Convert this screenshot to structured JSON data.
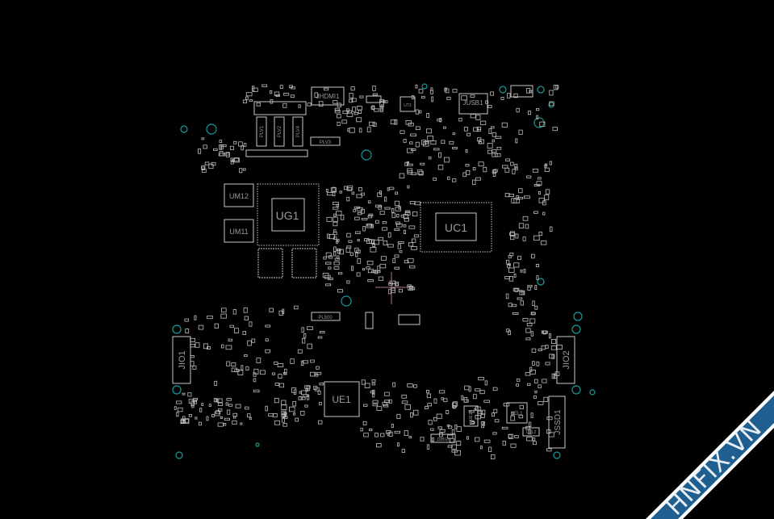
{
  "board": {
    "components": {
      "jhdmi1": "JHDMI1",
      "jusb1": "JUSB1",
      "ut3": "UT3",
      "plv1": "PLV1",
      "plv2": "PLV2",
      "plv4": "PLV4",
      "plv3": "PLV3",
      "um12": "UM12",
      "um11": "UM11",
      "ug1": "UG1",
      "uc1": "UC1",
      "pl500": "PL500",
      "jio1": "JIO1",
      "jio2": "JIO2",
      "ue1": "UE1",
      "ue14": "UE14",
      "uel1": "UEL1",
      "uel2": "UEL2",
      "jssd1": "JSSD1",
      "jdbg2": "JDBG2"
    },
    "colors": {
      "background": "#000000",
      "outline": "#c8c8c8",
      "mounting_hole": "#1a9a9a",
      "cursor": "#b07a86"
    }
  },
  "watermark": {
    "text": "HNFIX.VN",
    "color": "#1f5f8f"
  }
}
